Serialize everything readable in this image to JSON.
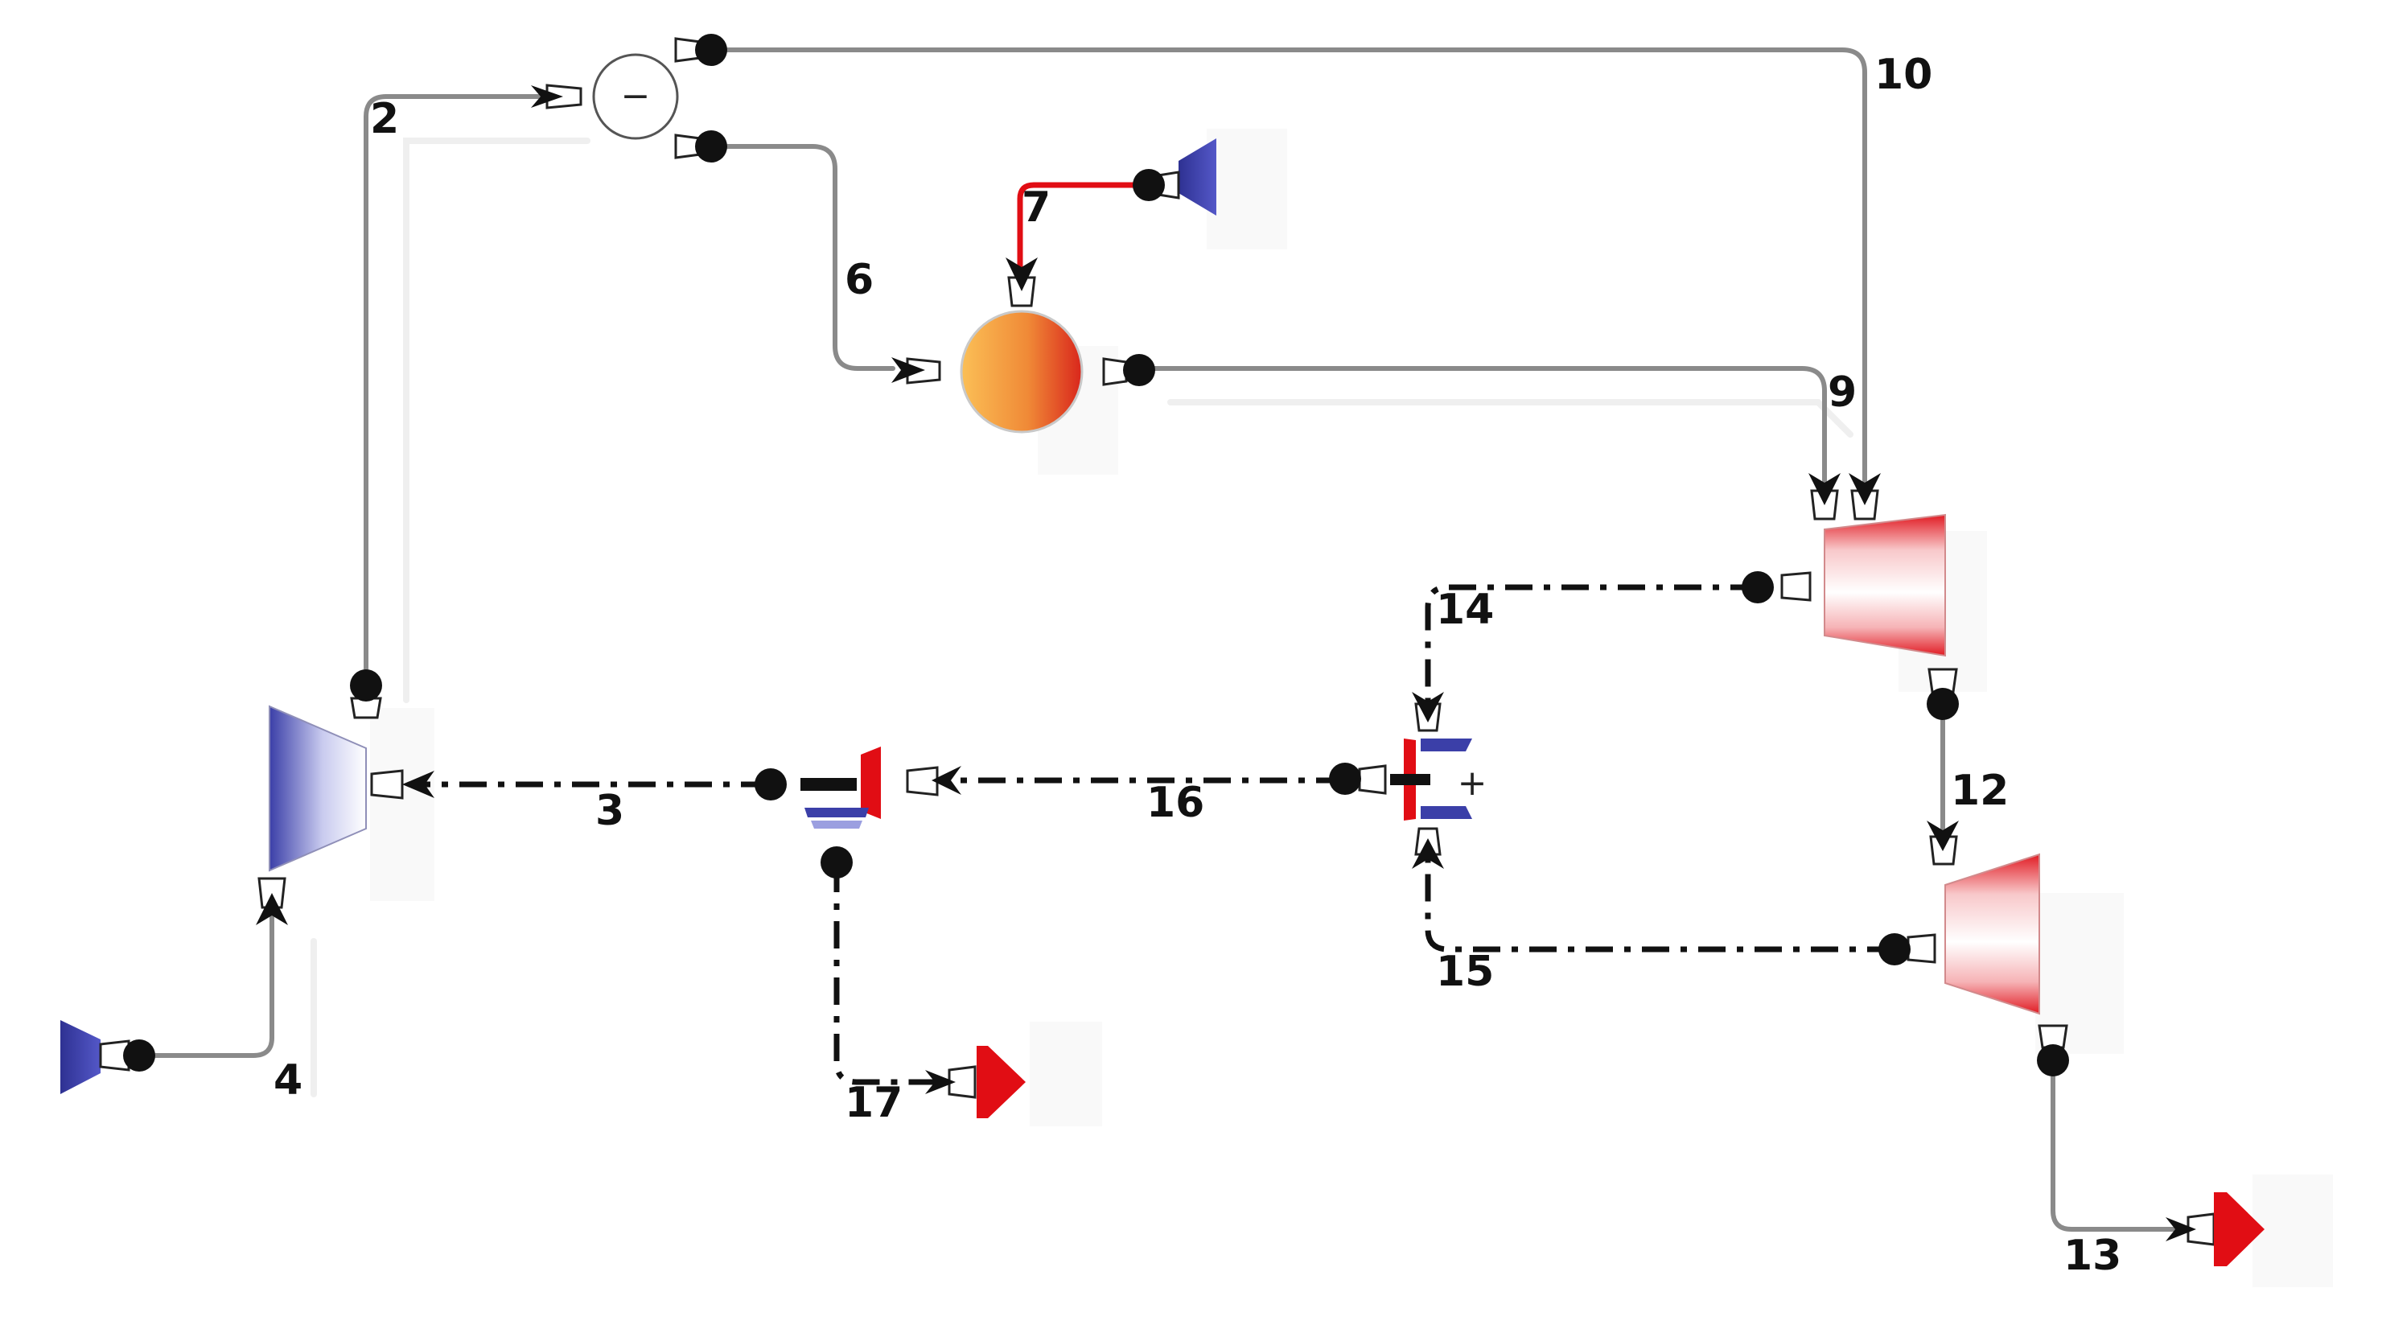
{
  "diagram": {
    "stream_labels": {
      "s2": "2",
      "s3": "3",
      "s4": "4",
      "s6": "6",
      "s7": "7",
      "s9": "9",
      "s10": "10",
      "s12": "12",
      "s13": "13",
      "s14": "14",
      "s15": "15",
      "s16": "16",
      "s17": "17"
    },
    "splitter_sign": "−",
    "bus_sign": "+"
  },
  "colors": {
    "material_stream": "#8a8a8a",
    "fuel_stream": "#e10d14",
    "energy_stream": "#111111",
    "compressor": "#3b3fa8",
    "turbine": "#e11c24",
    "source": "#2e3192",
    "sink": "#e10d14",
    "combustion_chamber_from": "#fbbf56",
    "combustion_chamber_to": "#d9261c"
  },
  "icons": [
    "splitter-icon",
    "combustion-chamber-icon",
    "compressor-icon",
    "turbine-icon",
    "generator-icon",
    "power-bus-icon",
    "source-icon",
    "sink-icon"
  ]
}
